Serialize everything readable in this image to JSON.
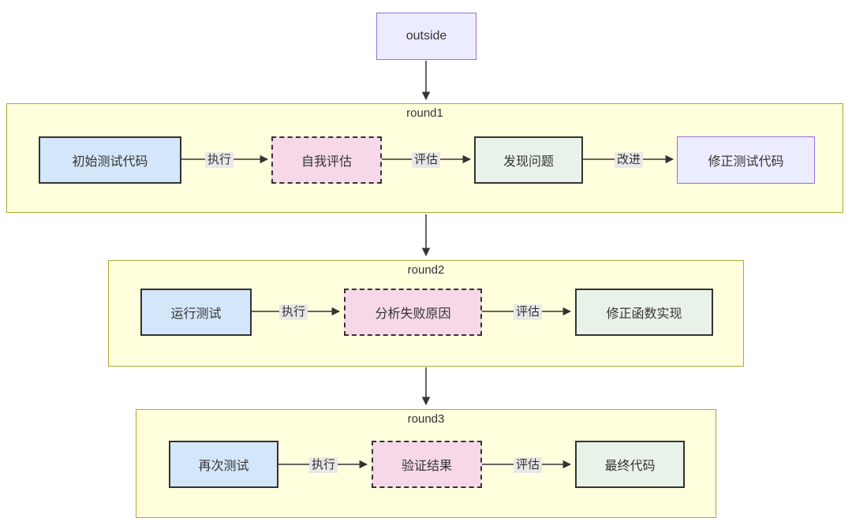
{
  "palette": {
    "container_fill": "#FFFFDE",
    "container_border": "#AAAA33",
    "blue_node_fill": "#D4E6F9",
    "pink_node_fill": "#F6D8E9",
    "green_node_fill": "#E9F2E9",
    "lavender_node_fill": "#ECECFF",
    "lavender_node_border": "#9370DB",
    "dark_border": "#333333",
    "edge_label_bg": "#E8E8E8",
    "line_color": "#333333"
  },
  "outside_node": {
    "label": "outside"
  },
  "rounds": [
    {
      "label": "round1",
      "nodes": [
        {
          "label": "初始测试代码",
          "style": "blue"
        },
        {
          "label": "自我评估",
          "style": "pink-dashed"
        },
        {
          "label": "发现问题",
          "style": "green"
        },
        {
          "label": "修正测试代码",
          "style": "lavender"
        }
      ],
      "edge_labels": [
        {
          "label": "执行"
        },
        {
          "label": "评估"
        },
        {
          "label": "改进"
        }
      ]
    },
    {
      "label": "round2",
      "nodes": [
        {
          "label": "运行测试",
          "style": "blue"
        },
        {
          "label": "分析失败原因",
          "style": "pink-dashed"
        },
        {
          "label": "修正函数实现",
          "style": "green"
        }
      ],
      "edge_labels": [
        {
          "label": "执行"
        },
        {
          "label": "评估"
        }
      ]
    },
    {
      "label": "round3",
      "nodes": [
        {
          "label": "再次测试",
          "style": "blue"
        },
        {
          "label": "验证结果",
          "style": "pink-dashed"
        },
        {
          "label": "最终代码",
          "style": "green"
        }
      ],
      "edge_labels": [
        {
          "label": "执行"
        },
        {
          "label": "评估"
        }
      ]
    }
  ]
}
